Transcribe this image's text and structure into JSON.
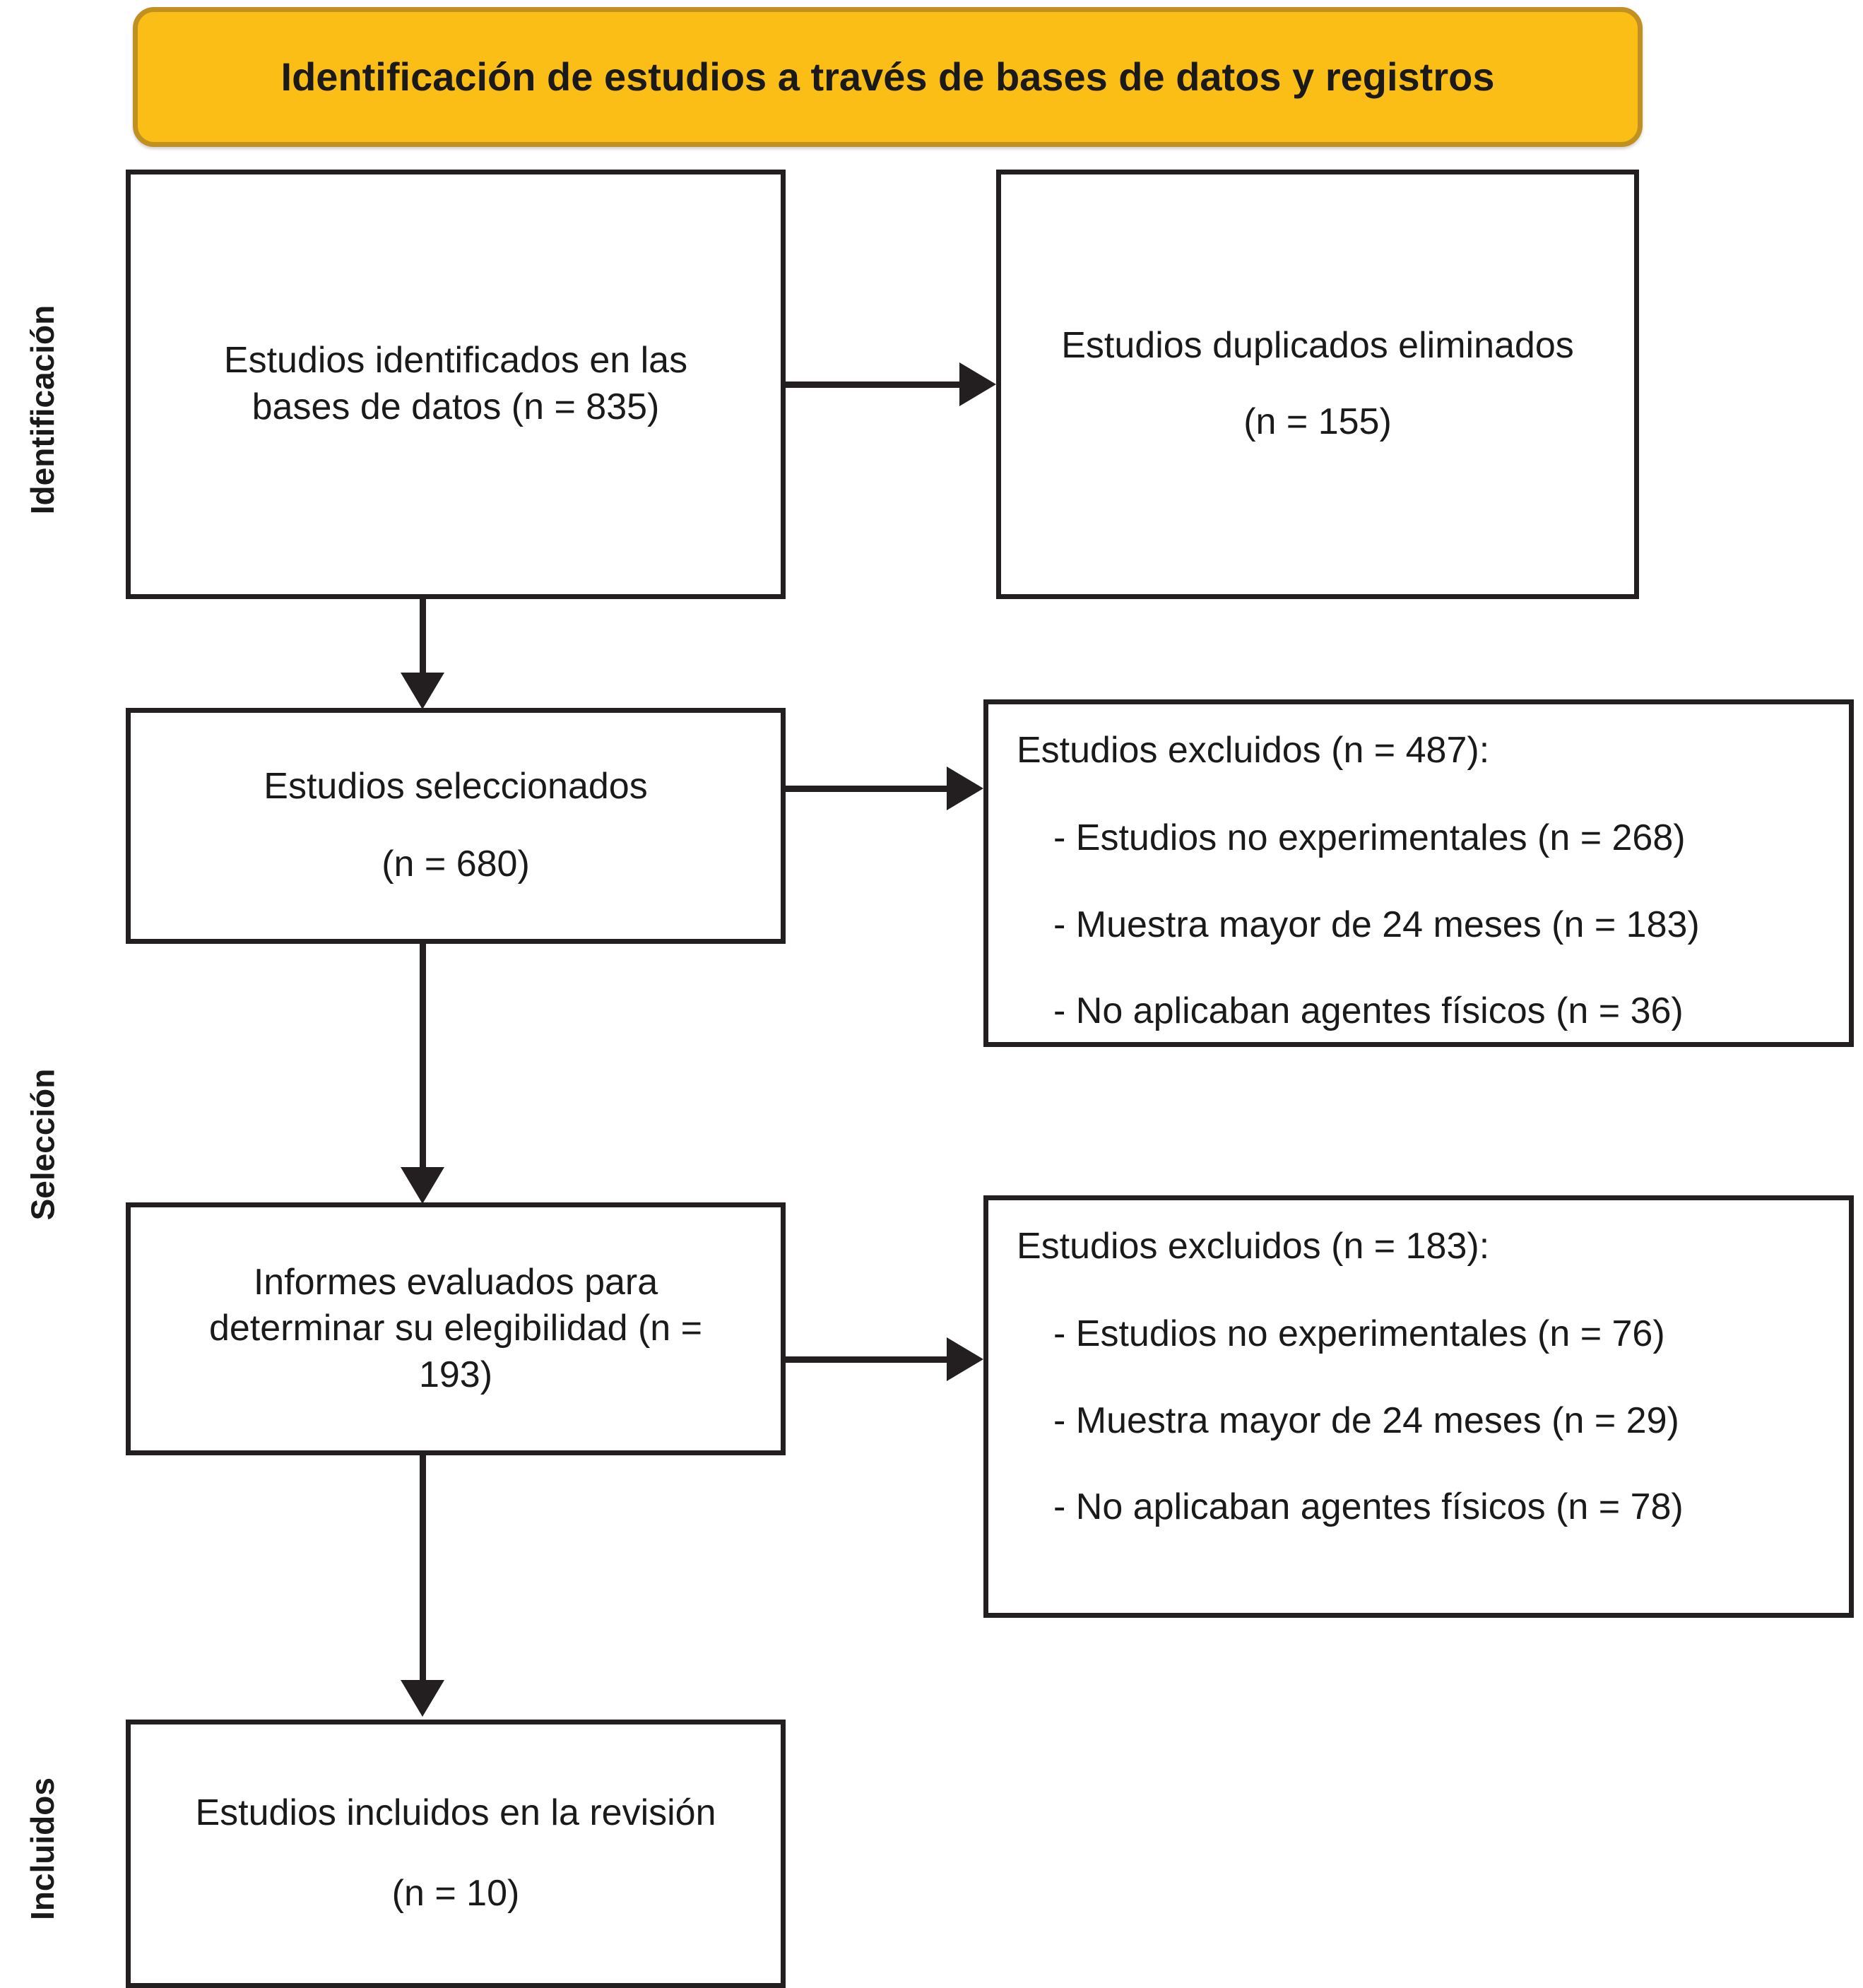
{
  "banner": {
    "title": "Identificación de estudios a través de bases de datos y registros"
  },
  "stages": [
    {
      "label": "Identificación"
    },
    {
      "label": "Selección"
    },
    {
      "label": "Incluidos"
    }
  ],
  "boxes": {
    "identified": {
      "line1": "Estudios identificados en las",
      "line2": "bases de datos (n = 835)"
    },
    "duplicates_removed": {
      "line1": "Estudios duplicados eliminados",
      "line2": "(n = 155)"
    },
    "screened": {
      "line1": "Estudios seleccionados",
      "line2": "(n = 680)"
    },
    "excluded_screening": {
      "heading": "Estudios excluidos (n = 487):",
      "items": [
        "- Estudios no experimentales (n = 268)",
        "- Muestra mayor de 24 meses (n = 183)",
        "- No aplicaban agentes físicos (n = 36)"
      ]
    },
    "eligibility": {
      "line1": "Informes evaluados para",
      "line2": "determinar su elegibilidad (n =",
      "line3": "193)"
    },
    "excluded_eligibility": {
      "heading": "Estudios excluidos (n = 183):",
      "items": [
        "- Estudios no experimentales (n = 76)",
        "- Muestra mayor de 24 meses (n = 29)",
        "- No aplicaban agentes físicos (n = 78)"
      ]
    },
    "included": {
      "line1": "Estudios incluidos en la revisión",
      "line2": "(n = 10)"
    }
  },
  "colors": {
    "banner_fill": "#FBBE17",
    "banner_border": "#C09020",
    "box_border": "#231f20",
    "text": "#1a1a1a",
    "connector": "#231f20"
  },
  "flow_counts": {
    "identified_databases": 835,
    "duplicates_removed": 155,
    "screened": 680,
    "excluded_at_screening_total": 487,
    "excluded_at_screening_non_experimental": 268,
    "excluded_at_screening_sample_over_24_months": 183,
    "excluded_at_screening_no_physical_agents": 36,
    "assessed_for_eligibility": 193,
    "excluded_at_eligibility_total": 183,
    "excluded_at_eligibility_non_experimental": 76,
    "excluded_at_eligibility_sample_over_24_months": 29,
    "excluded_at_eligibility_no_physical_agents": 78,
    "included_in_review": 10
  }
}
